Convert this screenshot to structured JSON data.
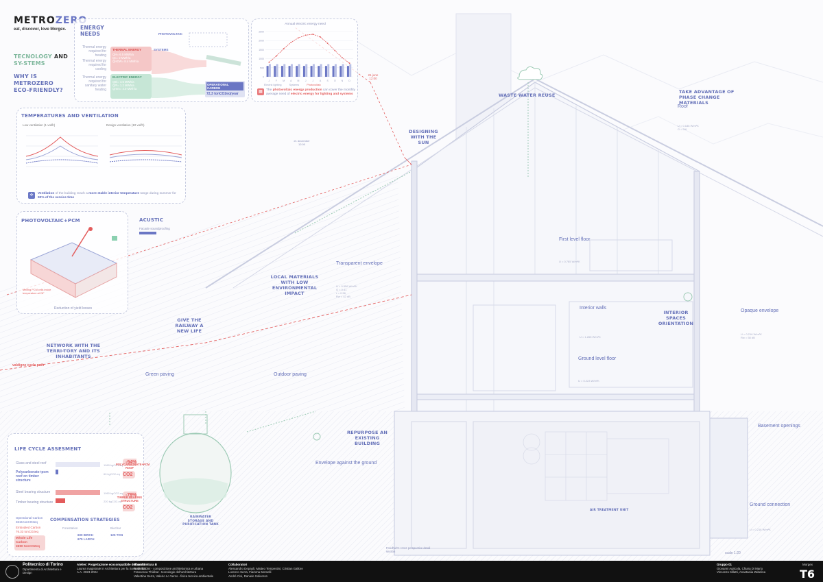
{
  "brand": {
    "title_a": "METRO",
    "title_b": "ZERO",
    "tagline": "eat, discover, love Morgex."
  },
  "intro": {
    "h1_a": "TECNOLOGY",
    "h1_b": "AND",
    "h1_c": "SY-STEMS",
    "h2": "WHY IS METROZERO ECO-FRIENDLY?"
  },
  "energy": {
    "title": "ENERGY NEEDS",
    "rows": [
      "Thermal energy required for heating",
      "Thermal energy required for cooling",
      "Thermal energy required for sanitary water heating"
    ],
    "thermal": {
      "label": "THERMAL ENERGY",
      "values": [
        "QH= 6.5 MWh/a",
        "Qc= 2 MWh/a",
        "QHDW= 8.4 MWh/a"
      ]
    },
    "electric": {
      "label": "ELECTRIC ENERGY",
      "values": [
        "QEl= 4.5 MWh/a",
        "QPl= 1.2 MWh/a",
        "Qrem= 4.0 MWh/a"
      ]
    },
    "photo_label": "PHOTOVOLTAIC",
    "systems_label": "SYSTEMS",
    "op_carbon_label": "OPERATIONAL CARBON",
    "op_carbon_value": "72,3 tonCO2eq/year"
  },
  "annual": {
    "title": "Annual electric energy need",
    "months": [
      "J",
      "F",
      "M",
      "A",
      "M",
      "J",
      "J",
      "A",
      "S",
      "O",
      "N",
      "D"
    ],
    "legend": [
      "Electric lighting",
      "Systems",
      "Photovoltaic"
    ],
    "note_a": "The ",
    "note_b": "photovoltaic energy production",
    "note_c": " can cover the monthly average need of ",
    "note_d": "electric energy for lighting and systems"
  },
  "chart_data": {
    "type": "bar",
    "title": "Annual electric energy need",
    "categories": [
      "J",
      "F",
      "M",
      "A",
      "M",
      "J",
      "J",
      "A",
      "S",
      "O",
      "N",
      "D"
    ],
    "series": [
      {
        "name": "Electric lighting",
        "values": [
          600,
          600,
          600,
          600,
          600,
          600,
          600,
          600,
          600,
          600,
          600,
          600
        ]
      },
      {
        "name": "Systems",
        "values": [
          700,
          700,
          700,
          700,
          700,
          700,
          700,
          700,
          700,
          700,
          700,
          700
        ]
      },
      {
        "name": "Photovoltaic",
        "values": [
          800,
          1150,
          1550,
          1900,
          2150,
          2300,
          2350,
          2200,
          1850,
          1450,
          1050,
          750
        ]
      }
    ],
    "ylim": [
      0,
      2500
    ]
  },
  "temps": {
    "title": "TEMPERATURES AND VENTILATION",
    "chart1": "Low ventilation (1 vol/h)",
    "chart2": "Design ventilation (10 vol/h)",
    "note_a": "Ventilation",
    "note_b": " of the building reach a ",
    "note_c": "more stable interior temperature",
    "note_d": " range during summer for ",
    "note_e": "90% of the service time"
  },
  "pv": {
    "title": "PHOTOVOLTAIC+PCM",
    "cap": "Reduction of yield losses",
    "note": "Melting PCM cells inside temperature at 26°"
  },
  "acoustic": {
    "title": "ACUSTIC",
    "text": "Facade soundproofing"
  },
  "labels": {
    "waste": "WASTE WATER REUSE",
    "phase": "TAKE ADVANTAGE OF PHASE CHANGE MATERIALS",
    "sun": "DESIGNING WITH THE SUN",
    "local": "LOCAL MATERIALS WITH LOW ENVIRONMENTAL IMPACT",
    "railway": "GIVE THE RAILWAY A NEW LIFE",
    "network": "NETWORK WITH THE TERRI-TORY AND ITS INHABITANTS",
    "cycle": "valdigne cycle path",
    "interior": "INTERIOR SPACES ORIENTATION",
    "repurpose": "REPURPOSE AN EXISTING BUILDING",
    "harvest": "RAINWATER STORAGE AND PURIFICATION TANK",
    "air": "AIR TREATMENT UNIT",
    "persp": "Foodhub's cross perspective detail section",
    "scale": "scale 1:20",
    "sun_june": "21 june 12:00",
    "sun_dec": "21 december 12:00"
  },
  "callouts": {
    "roof": {
      "t": "Roof",
      "u": "U = 0.186 W/m²K",
      "g": "G = 0/6"
    },
    "first": {
      "t": "First level floor",
      "u": "U = 0.785 W/m²K"
    },
    "transparent": {
      "t": "Transparent envelope",
      "u": "U = 0.556 W/m²K",
      "g": "G = 0.41",
      "r": "τ = 0.56",
      "l": "Rw = 42 dB"
    },
    "intwall": {
      "t": "Interior walls",
      "u": "U = 1.265 W/m²K"
    },
    "opaque": {
      "t": "Opaque envelope",
      "u": "U = 0.216 W/m²K",
      "r": "Rw = 58 dB"
    },
    "ground": {
      "t": "Ground level floor",
      "u": "U = 0.223 W/m²K"
    },
    "green": {
      "t": "Green paving"
    },
    "outdoor": {
      "t": "Outdoor paving"
    },
    "basement": {
      "t": "Basement openings"
    },
    "envground": {
      "t": "Envelope against the ground"
    },
    "groundconn": {
      "t": "Ground connection",
      "u": "U = 0.216 W/m²K"
    }
  },
  "lca": {
    "title": "LIFE CYCLE ASSESMENT",
    "rows": [
      {
        "label": "Glass and steel roof",
        "value": "1060 kgCO2-eq"
      },
      {
        "label": "Polycarbonate+pcm roof on timber structure",
        "value": "60 kgCO2-eq"
      },
      {
        "label": "Steel bearing structure",
        "value": "1060 kgCO2-eq"
      },
      {
        "label": "Timber bearing structure",
        "value": "220 kgCO2-eq"
      }
    ],
    "p1": "-94% CO2",
    "p1t": "POLYCARBONATE+PCM ROOF",
    "p2": "-79% CO2",
    "p2t": "TIMBER BEARING STRUCTURE",
    "op": "Operational Carbon",
    "opv": "3615 tonCO2eq",
    "emb": "Embodied Carbon",
    "embv": "76.33 tonCO2eq",
    "whole": "Whole Life Carbon",
    "wholev": "3690 tonCO2eq",
    "comp": "COMPENSATION STRATEGIES",
    "s1": "Forestation",
    "s1v": "600 BIRCH 675 LARCH",
    "s2": "Biochar",
    "s2v": "125 TON"
  },
  "footer": {
    "school": "Politecnico di Torino",
    "dept": "Dipartimento di Architettura e Design",
    "atelier": "Atelier: Progettazione ecocompatibile dell'architettura B",
    "laurea": "Laurea magistrale in Architettura per la Sostenibilità",
    "year": "A.A. 2023-2024",
    "docenti": "Docenti",
    "d1": "Roberto Dini - composizione architettonica e urbana",
    "d2": "Francesca Thiébat - tecnologie dell'architettura",
    "d3": "Valentina Serra, Valerio Lo Verso - fisica tecnica ambientale",
    "coll": "Collaboratori",
    "c1": "Alessandro Depaoli, Matteo Tempestini, Cristian Gallore",
    "c2": "Lorenzo Serra, Fiamma Morselli",
    "c3": "Andrè Cisi, Daniele Soliveron",
    "group": "Gruppo 01",
    "g1": "Giovanni Agricola, Chiara Di Mario",
    "g2": "Vincenzo Milatti, Anastasiia Zabelina",
    "place": "Morgex",
    "tav": "T6"
  }
}
